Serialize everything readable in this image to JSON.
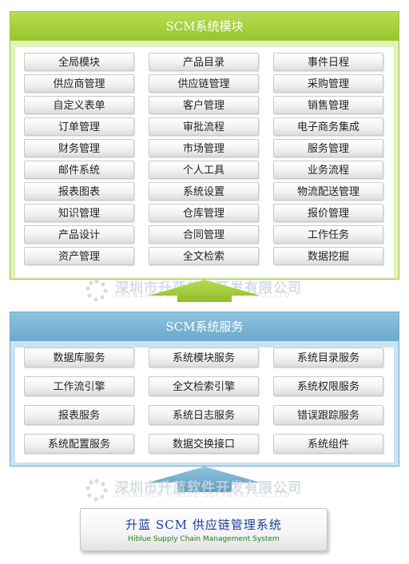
{
  "modules_panel": {
    "title": "SCM系统模块",
    "color": "#9ec43b",
    "buttons": [
      "全局模块",
      "产品目录",
      "事件日程",
      "供应商管理",
      "供应链管理",
      "采购管理",
      "自定义表单",
      "客户管理",
      "销售管理",
      "订单管理",
      "审批流程",
      "电子商务集成",
      "财务管理",
      "市场管理",
      "服务管理",
      "邮件系统",
      "个人工具",
      "业务流程",
      "报表图表",
      "系统设置",
      "物流配送管理",
      "知识管理",
      "仓库管理",
      "报价管理",
      "产品设计",
      "合同管理",
      "工作任务",
      "资产管理",
      "全文检索",
      "数据挖掘"
    ]
  },
  "services_panel": {
    "title": "SCM系统服务",
    "color": "#6fa9c8",
    "buttons": [
      "数据库服务",
      "系统模块服务",
      "系统目录服务",
      "工作流引擎",
      "全文检索引擎",
      "系统权限服务",
      "报表服务",
      "系统日志服务",
      "错误跟踪服务",
      "系统配置服务",
      "数据交换接口",
      "系统组件"
    ]
  },
  "watermark": {
    "company_cn": "深圳市升蓝软件开发有限公司",
    "company_en": "SHENZHEN HIBLUE SOFTWARE CO.,LTD"
  },
  "system_box": {
    "title": "升蓝 SCM 供应链管理系统",
    "subtitle": "Hiblue Supply Chain Management System"
  }
}
